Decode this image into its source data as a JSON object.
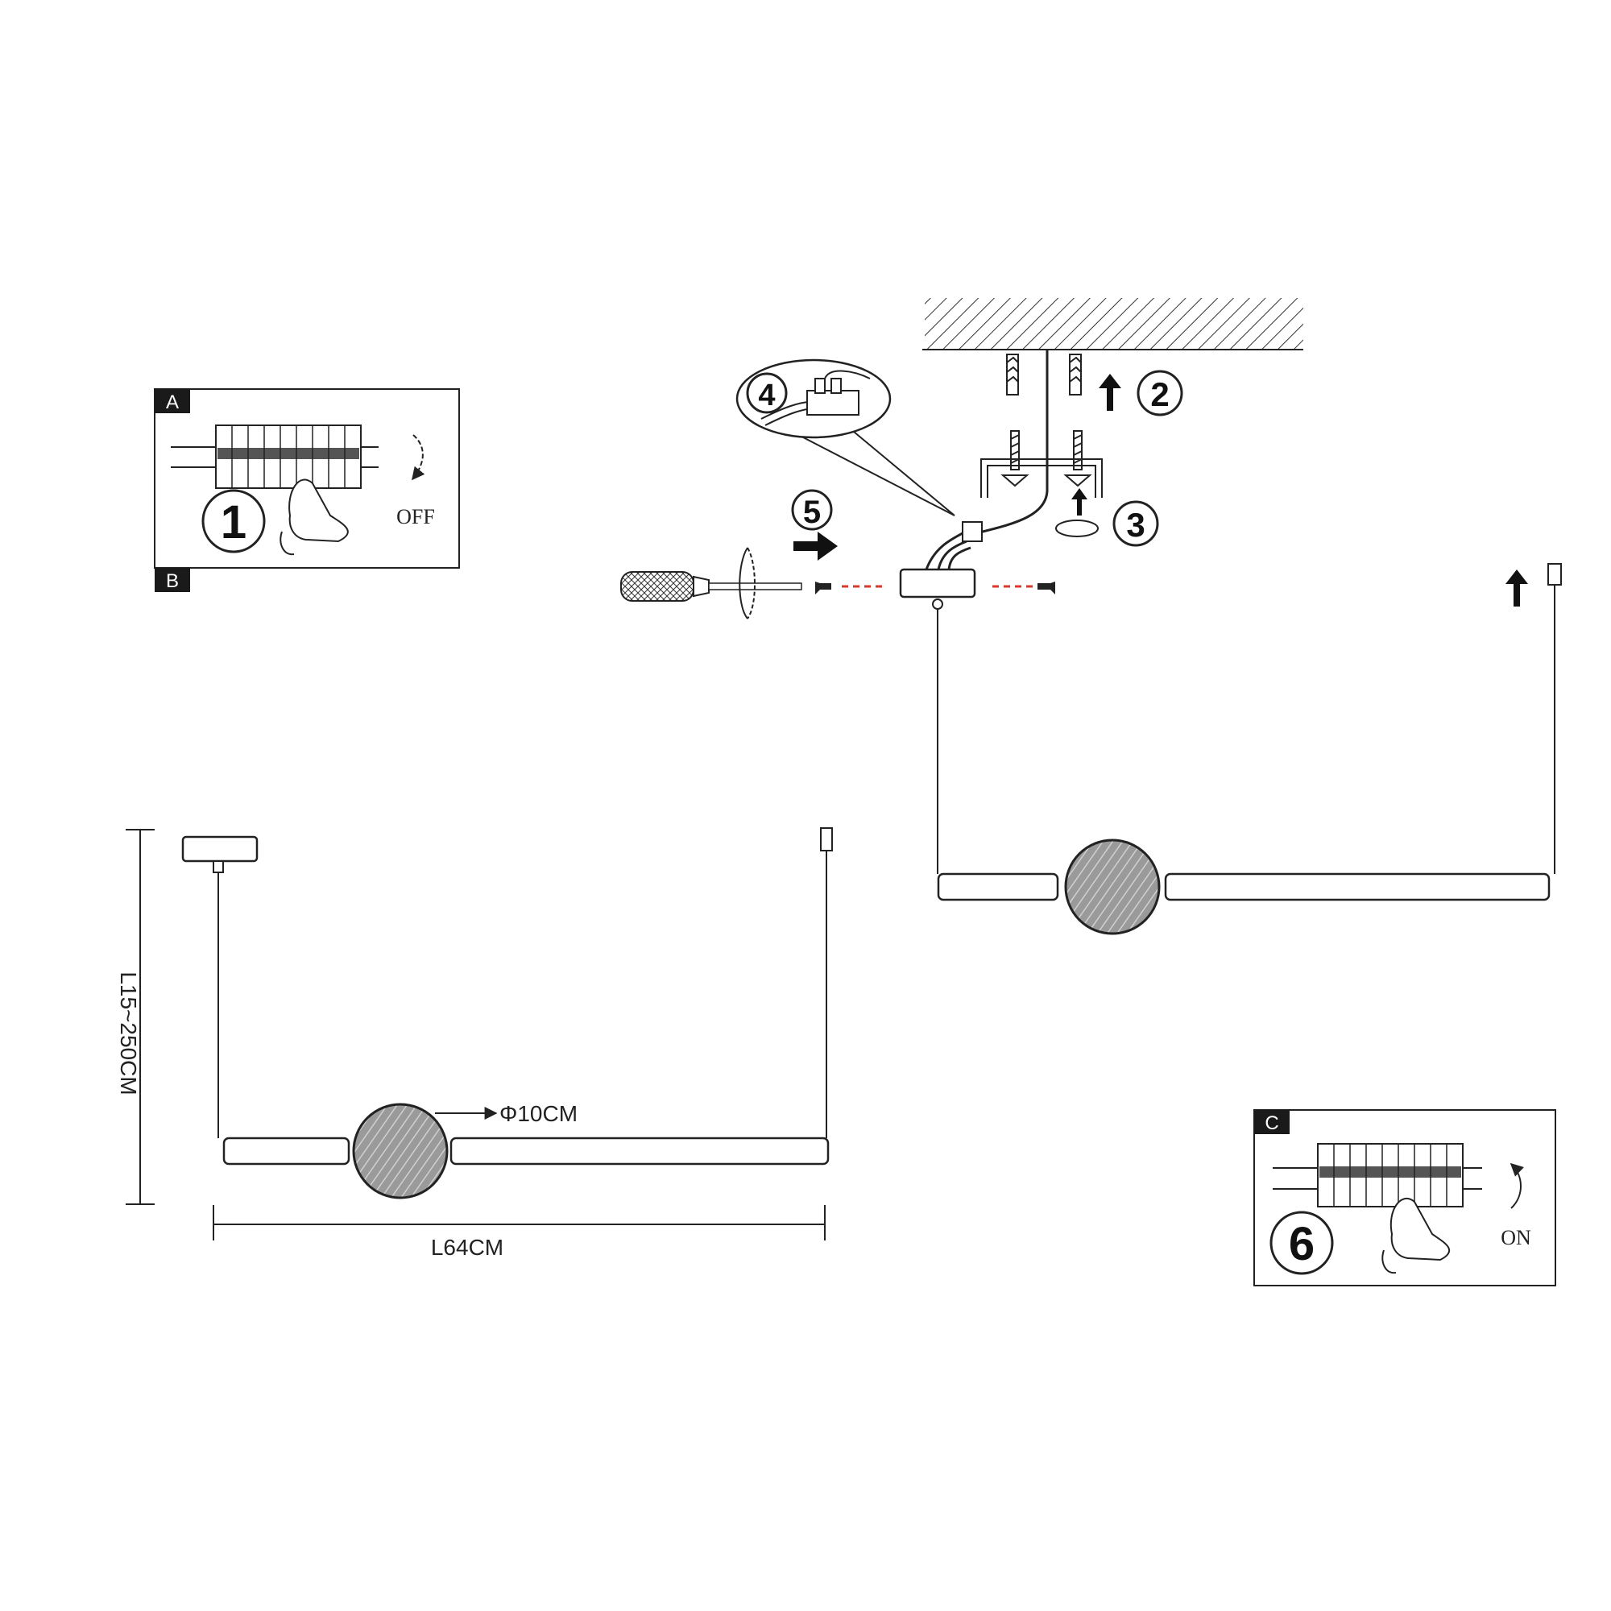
{
  "panels": {
    "a": {
      "letter": "A",
      "step": "1",
      "switch_label": "OFF"
    },
    "b": {
      "letter": "B"
    },
    "c": {
      "letter": "C",
      "step": "6",
      "switch_label": "ON"
    }
  },
  "install_steps": {
    "step2": "2",
    "step3": "3",
    "step4": "4",
    "step5": "5"
  },
  "dimensions": {
    "height": "L15~250CM",
    "length": "L64CM",
    "diameter": "Φ10CM"
  },
  "colors": {
    "line": "#222222",
    "dashed_guide": "#d63a2f",
    "panel_tag": "#1a1a1a"
  }
}
